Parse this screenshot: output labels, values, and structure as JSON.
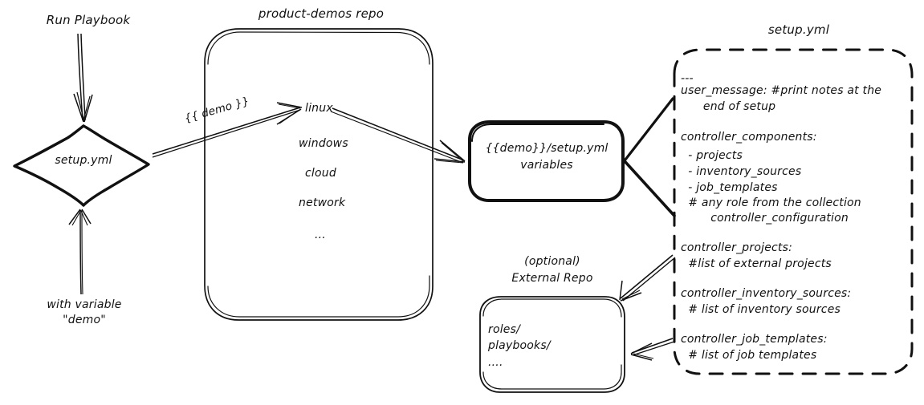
{
  "diagram": {
    "title": "Ansible product-demos setup.yml flow",
    "stroke_color": "#111111",
    "background_color": "#ffffff"
  },
  "nodes": {
    "run_playbook_label": "Run Playbook",
    "setup_diamond": "setup.yml",
    "with_variable_label_line1": "with variable",
    "with_variable_label_line2": "\"demo\"",
    "repo_title": "product-demos repo",
    "repo_items": [
      "linux",
      "windows",
      "cloud",
      "network",
      "..."
    ],
    "vars_box_line1": "{{demo}}/setup.yml",
    "vars_box_line2": "variables",
    "external_repo_title_line1": "(optional)",
    "external_repo_title_line2": "External Repo",
    "external_repo_items": [
      "roles/",
      "playbooks/",
      "...."
    ],
    "setup_yml_panel_title": "setup.yml",
    "setup_yml_panel_lines": [
      "---",
      "user_message: #print notes at the",
      "      end of setup",
      "",
      "controller_components:",
      "  - projects",
      "  - inventory_sources",
      "  - job_templates",
      "  # any role from the collection",
      "        controller_configuration",
      "",
      "controller_projects:",
      "  #list of external projects",
      "",
      "controller_inventory_sources:",
      "  # list of inventory sources",
      "",
      "controller_job_templates:",
      "  # list of job templates"
    ]
  },
  "edges": {
    "run_playbook_to_setup": "",
    "with_variable_to_setup": "",
    "setup_to_repo_label": "{{ demo }}",
    "linux_to_vars": "",
    "panel_to_vars_upper": "",
    "panel_to_vars_lower": "",
    "panel_to_external_upper": "",
    "panel_to_external_lower": ""
  }
}
